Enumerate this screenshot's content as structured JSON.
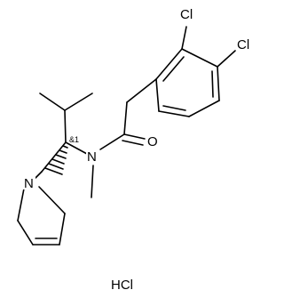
{
  "molecule": {
    "atom_labels": {
      "cl_top": "Cl",
      "cl_right": "Cl",
      "oxygen": "O",
      "n_amide": "N",
      "n_pyrroline": "N",
      "stereo": "&1"
    },
    "salt": "HCl"
  },
  "colors": {
    "bond": "#000000",
    "background": "#ffffff"
  }
}
